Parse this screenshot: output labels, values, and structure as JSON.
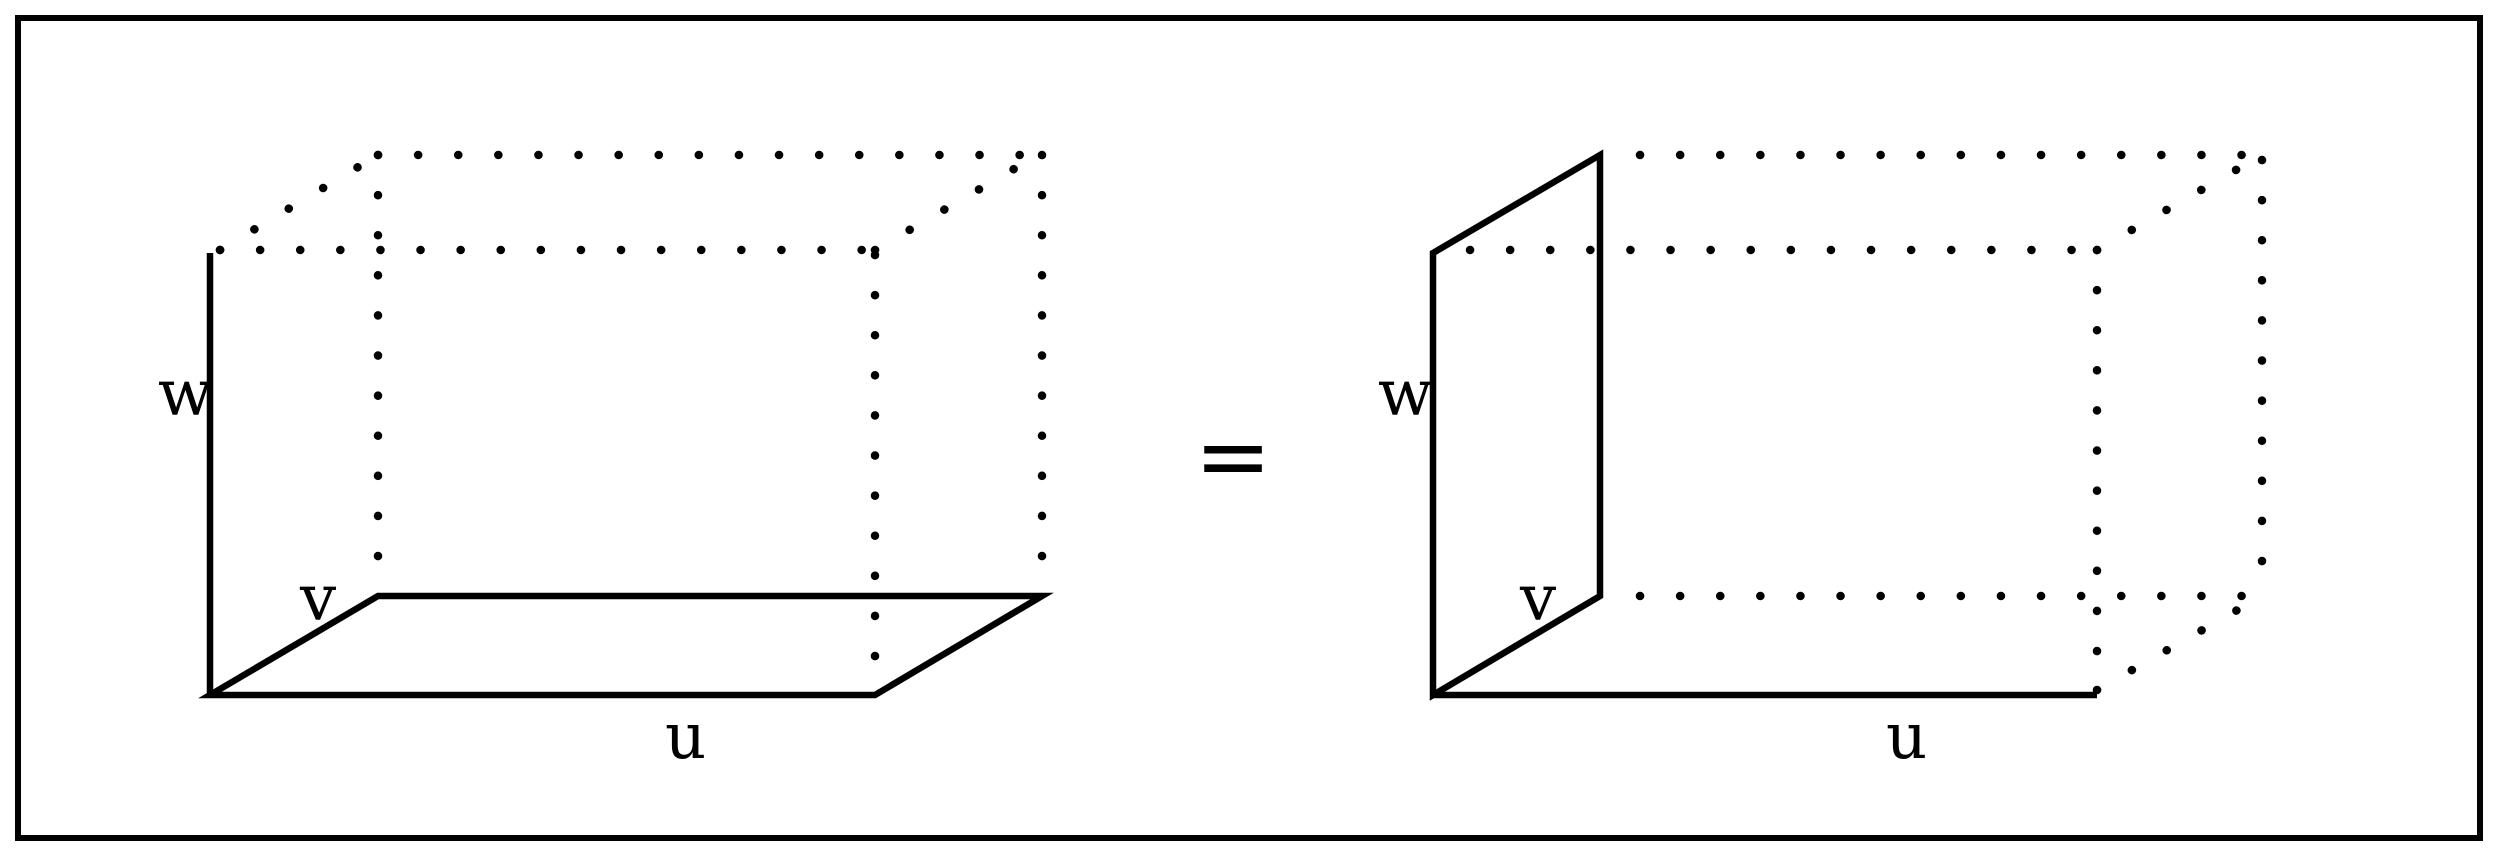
{
  "diagram": {
    "operator": "=",
    "left_box": {
      "label_u": "u",
      "label_v": "v",
      "label_w": "w"
    },
    "right_box": {
      "label_u": "u",
      "label_v": "v",
      "label_w": "w"
    }
  }
}
